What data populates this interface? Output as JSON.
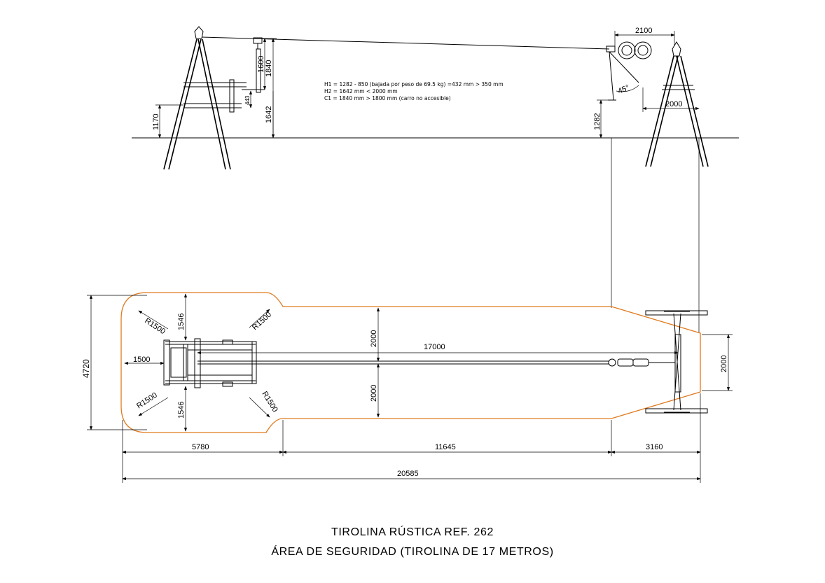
{
  "colors": {
    "safety_area": "#e07a1e",
    "ink": "#000000"
  },
  "notes": [
    "H1 = 1282 - 850 (bajada por peso de 69.5 kg) =432 mm > 350 mm",
    "H2 = 1642 mm < 2000 mm",
    "C1 = 1840 mm > 1800 mm (carro no accesible)"
  ],
  "elevation_dims": {
    "d1600": "1600",
    "d1840": "1840",
    "d443": "443",
    "d1642": "1642",
    "d1170": "1170",
    "d2100": "2100",
    "d2000": "2000",
    "d1282": "1282",
    "angle": "45°"
  },
  "plan_dims": {
    "d4720": "4720",
    "d1546_top": "1546",
    "d1546_bottom": "1546",
    "r_tl": "R1500",
    "r_tr": "R1500",
    "r_bl": "R1500",
    "r_br": "R1500",
    "d1500": "1500",
    "d2000_upper": "2000",
    "d2000_lower": "2000",
    "d17000": "17000",
    "d2000_right": "2000",
    "d5780": "5780",
    "d11645": "11645",
    "d3160": "3160",
    "d20585": "20585"
  },
  "title": {
    "line1": "TIROLINA RÚSTICA REF. 262",
    "line2": "ÁREA DE SEGURIDAD (TIROLINA DE 17 METROS)"
  }
}
